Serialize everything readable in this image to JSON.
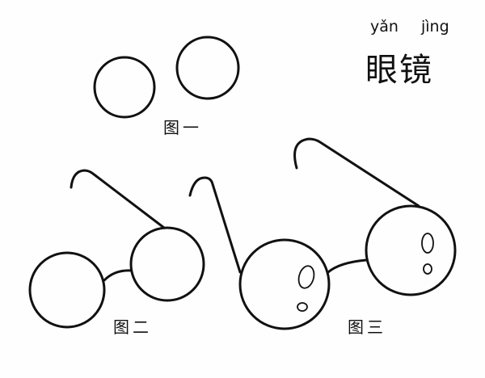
{
  "header": {
    "pinyin": [
      "yǎn",
      "jìng"
    ],
    "title": "眼镜"
  },
  "steps": [
    {
      "label": "图一"
    },
    {
      "label": "图二"
    },
    {
      "label": "图三"
    }
  ],
  "colors": {
    "ink": "#111111",
    "paper": "#fefefe"
  }
}
